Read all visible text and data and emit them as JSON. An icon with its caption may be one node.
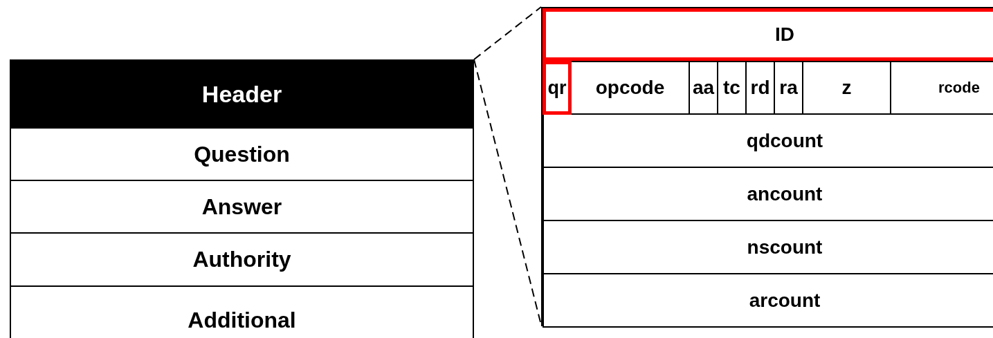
{
  "diagram": {
    "nodes": [
      {
        "text": [
          "Header"
        ]
      },
      {
        "text": [
          "Question"
        ]
      },
      {
        "text": [
          "Answer"
        ]
      },
      {
        "text": [
          "Authority"
        ]
      },
      {
        "text": [
          "Additional"
        ]
      },
      {
        "text": [],
        "shape": "box"
      },
      {
        "text": [
          "ID"
        ],
        "in": 5
      },
      {
        "text": [
          "qr"
        ],
        "in": 5
      },
      {
        "text": [
          "opcode"
        ],
        "in": 5
      },
      {
        "text": [
          "aa"
        ],
        "in": 5
      },
      {
        "text": [
          "tc"
        ],
        "in": 5
      },
      {
        "text": [
          "rd"
        ],
        "in": 5
      },
      {
        "text": [
          "ra"
        ],
        "in": 5
      },
      {
        "text": [
          "z"
        ],
        "in": 5
      },
      {
        "text": [
          "rcode"
        ],
        "in": 5
      },
      {
        "text": [
          "qdcount"
        ],
        "in": 5
      },
      {
        "text": [
          "ancount"
        ],
        "in": 5
      },
      {
        "text": [
          "nscount"
        ],
        "in": 5
      },
      {
        "text": [
          "arcount"
        ],
        "in": 5
      }
    ],
    "edges": [
      {
        "from": 0,
        "to": 5,
        "arrow": "none",
        "style": "dashed"
      },
      {
        "from": 0,
        "to": 5,
        "arrow": "none",
        "style": "dashed"
      }
    ]
  }
}
